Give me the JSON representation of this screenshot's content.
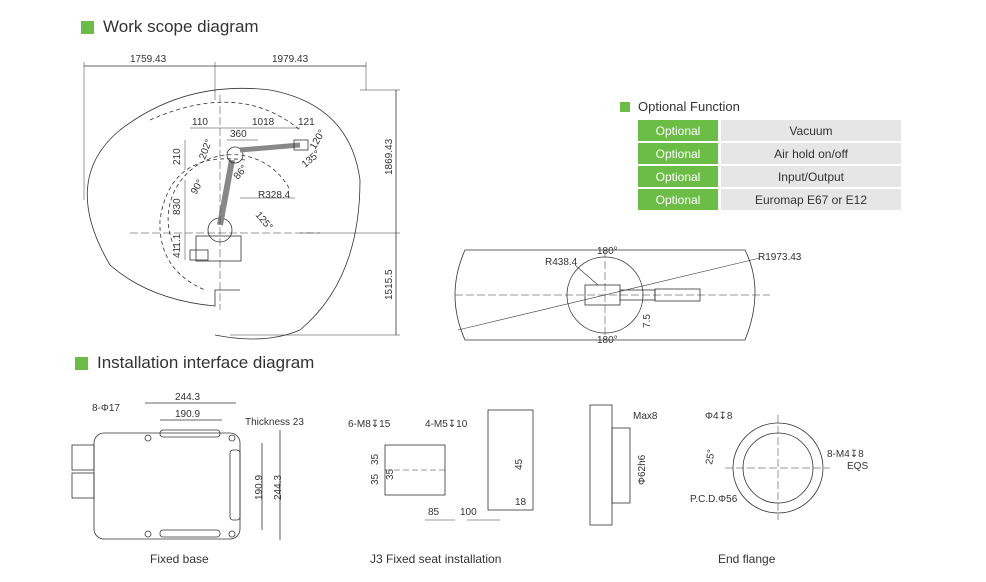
{
  "sections": {
    "work_scope": "Work scope diagram",
    "installation": "Installation interface diagram"
  },
  "optional_function": {
    "title": "Optional Function",
    "rows": [
      {
        "key": "Optional",
        "value": "Vacuum"
      },
      {
        "key": "Optional",
        "value": "Air hold on/off"
      },
      {
        "key": "Optional",
        "value": "Input/Output"
      },
      {
        "key": "Optional",
        "value": "Euromap E67 or E12"
      }
    ]
  },
  "work_scope_dims": {
    "d1759": "1759.43",
    "d1979": "1979.43",
    "d110": "110",
    "d1018": "1018",
    "d121": "121",
    "d360": "360",
    "d210": "210",
    "d202": "202°",
    "d120": "120°",
    "d135": "135°",
    "d86": "86°",
    "d90": "90°",
    "d830": "830",
    "r328": "R328.4",
    "d125": "125°",
    "d411": "411.1",
    "d1869": "1869.43",
    "d1515": "1515.5"
  },
  "top_view_dims": {
    "top180": "180°",
    "bot180": "180°",
    "r438": "R438.4",
    "r1973": "R1973.43",
    "d7_5": "7.5"
  },
  "fixed_base": {
    "holes": "8-Φ17",
    "w244": "244.3",
    "w190": "190.9",
    "thickness": "Thickness 23",
    "h190": "190.9",
    "h244": "244.3",
    "caption": "Fixed base"
  },
  "j3_seat": {
    "m8": "6-M8↧15",
    "m5": "4-M5↧10",
    "d35a": "35",
    "d35b": "35",
    "d35c": "35",
    "d45": "45",
    "d85": "85",
    "d100": "100",
    "d18": "18",
    "caption": "J3 Fixed seat installation"
  },
  "end_flange": {
    "max8": "Max8",
    "phi62": "Φ62h6",
    "phi4": "Φ4↧8",
    "a25": "25°",
    "m4": "8-M4↧8",
    "eqs": "EQS",
    "pcd": "P.C.D.Φ56",
    "caption": "End flange"
  }
}
